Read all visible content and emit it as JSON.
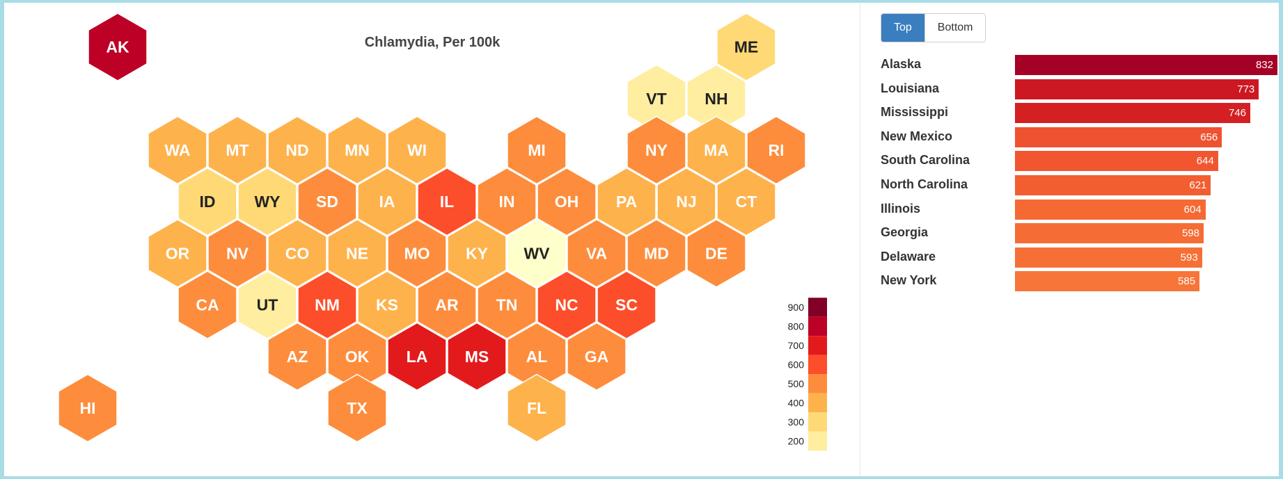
{
  "toggle": {
    "top_label": "Top",
    "bottom_label": "Bottom",
    "selected": "Top"
  },
  "chart_data": [
    {
      "type": "heatmap",
      "title": "Chlamydia, Per 100k",
      "legend": {
        "ticks": [
          900,
          800,
          700,
          600,
          500,
          400,
          300,
          200
        ],
        "placement": "bottom-right"
      },
      "scale": {
        "bins": [
          200,
          300,
          400,
          500,
          600,
          700,
          800,
          900
        ],
        "colors": [
          "#ffffcc",
          "#ffeda0",
          "#fed976",
          "#feb24c",
          "#fd8d3c",
          "#fc4e2a",
          "#e31a1c",
          "#bd0026",
          "#800026"
        ]
      },
      "states": [
        {
          "code": "AK",
          "value": 832
        },
        {
          "code": "ME",
          "value": 330
        },
        {
          "code": "VT",
          "value": 260
        },
        {
          "code": "NH",
          "value": 270
        },
        {
          "code": "WA",
          "value": 420
        },
        {
          "code": "MT",
          "value": 440
        },
        {
          "code": "ND",
          "value": 440
        },
        {
          "code": "MN",
          "value": 400
        },
        {
          "code": "WI",
          "value": 440
        },
        {
          "code": "MI",
          "value": 510
        },
        {
          "code": "NY",
          "value": 585
        },
        {
          "code": "MA",
          "value": 420
        },
        {
          "code": "RI",
          "value": 510
        },
        {
          "code": "ID",
          "value": 340
        },
        {
          "code": "WY",
          "value": 350
        },
        {
          "code": "SD",
          "value": 500
        },
        {
          "code": "IA",
          "value": 440
        },
        {
          "code": "IL",
          "value": 604
        },
        {
          "code": "IN",
          "value": 520
        },
        {
          "code": "OH",
          "value": 530
        },
        {
          "code": "PA",
          "value": 450
        },
        {
          "code": "NJ",
          "value": 400
        },
        {
          "code": "CT",
          "value": 420
        },
        {
          "code": "OR",
          "value": 410
        },
        {
          "code": "NV",
          "value": 540
        },
        {
          "code": "CO",
          "value": 460
        },
        {
          "code": "NE",
          "value": 400
        },
        {
          "code": "MO",
          "value": 550
        },
        {
          "code": "KY",
          "value": 450
        },
        {
          "code": "WV",
          "value": 190
        },
        {
          "code": "VA",
          "value": 510
        },
        {
          "code": "MD",
          "value": 560
        },
        {
          "code": "DE",
          "value": 593
        },
        {
          "code": "CA",
          "value": 560
        },
        {
          "code": "UT",
          "value": 270
        },
        {
          "code": "NM",
          "value": 656
        },
        {
          "code": "KS",
          "value": 470
        },
        {
          "code": "AR",
          "value": 570
        },
        {
          "code": "TN",
          "value": 540
        },
        {
          "code": "NC",
          "value": 621
        },
        {
          "code": "SC",
          "value": 644
        },
        {
          "code": "AZ",
          "value": 540
        },
        {
          "code": "OK",
          "value": 560
        },
        {
          "code": "LA",
          "value": 773
        },
        {
          "code": "MS",
          "value": 746
        },
        {
          "code": "AL",
          "value": 560
        },
        {
          "code": "GA",
          "value": 598
        },
        {
          "code": "TX",
          "value": 520
        },
        {
          "code": "FL",
          "value": 490
        },
        {
          "code": "HI",
          "value": 510
        }
      ]
    },
    {
      "type": "bar",
      "orientation": "horizontal",
      "categories": [
        "Alaska",
        "Louisiana",
        "Mississippi",
        "New Mexico",
        "South Carolina",
        "North Carolina",
        "Illinois",
        "Georgia",
        "Delaware",
        "New York"
      ],
      "values": [
        832,
        773,
        746,
        656,
        644,
        621,
        604,
        598,
        593,
        585
      ],
      "colors": [
        "#a50026",
        "#cc1822",
        "#d42022",
        "#ef5230",
        "#f15631",
        "#f25e30",
        "#f56933",
        "#f66c35",
        "#f67036",
        "#f77538"
      ],
      "xlim": [
        0,
        832
      ]
    }
  ]
}
